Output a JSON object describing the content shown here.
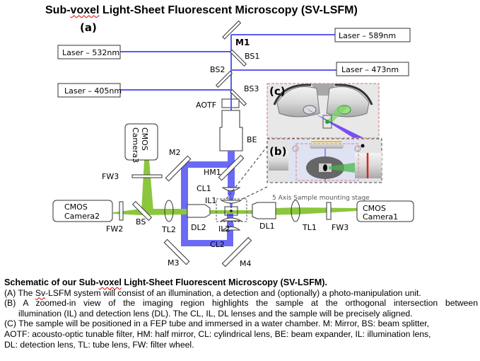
{
  "title": {
    "prefix": "Sub-",
    "squiggle_word": "voxel",
    "rest": " Light-Sheet Fluorescent Microscopy (SV-LSFM)"
  },
  "panel_labels": {
    "a": "(a)",
    "b": "(b)",
    "c": "(c)"
  },
  "lasers": [
    {
      "id": "laser-532",
      "label": "Laser – 532nm"
    },
    {
      "id": "laser-589",
      "label": "Laser – 589nm"
    },
    {
      "id": "laser-473",
      "label": "Laser – 473nm"
    },
    {
      "id": "laser-405",
      "label": "Laser – 405nm"
    }
  ],
  "components": {
    "m1": "M1",
    "bs1": "BS1",
    "bs2": "BS2",
    "bs3": "BS3",
    "aotf": "AOTF",
    "be": "BE",
    "m2": "M2",
    "m3": "M3",
    "m4": "M4",
    "hm1": "HM1",
    "cl1": "CL1",
    "cl2": "CL2",
    "il1": "IL1",
    "il2": "IL2",
    "dl1": "DL1",
    "dl2": "DL2",
    "tl1": "TL1",
    "tl2": "TL2",
    "fw2": "FW2",
    "fw3_top": "FW3",
    "fw3_right": "FW3",
    "bs": "BS"
  },
  "cameras": {
    "camera1": [
      "CMOS",
      "Camera1"
    ],
    "camera2": [
      "CMOS",
      "Camera2"
    ],
    "camera3": [
      "CMOS",
      "Camera3"
    ]
  },
  "stage_label": "5 Axis Sample mounting stage",
  "colors": {
    "laser_beam": "#5b5bf5",
    "illumination_beam": "#6a6af5",
    "emission_beam": "#8cc63f",
    "inset_border": "#d98b8b"
  },
  "caption": {
    "heading_pre": "Schematic of our Sub-",
    "heading_squiggle": "voxel",
    "heading_post": " Light-Sheet Fluorescent Microscopy (SV-LSFM).",
    "a_pre": "(A)  The ",
    "a_squiggle": "Sv",
    "a_post": "-LSFM system will consist of an illumination, a detection and (optionally) a photo-manipulation unit.",
    "b_line1": "(B)  A zoomed-in view of the imaging region highlights the sample at the orthogonal intersection  between",
    "b_line2": "illumination (IL) and detection lens (DL).  The CL, IL, DL lenses and the sample will be precisely aligned.",
    "c_line1": "(C) The sample will be positioned  in a FEP tube and immersed in a water chamber. M: Mirror, BS: beam splitter,",
    "c_line2": " AOTF: acousto-optic tunable filter, HM: half mirror,  CL: cylindrical lens,  BE: beam expander, IL: illumination lens,",
    "c_line3": "DL: detection lens, TL: tube lens, FW: filter wheel."
  }
}
